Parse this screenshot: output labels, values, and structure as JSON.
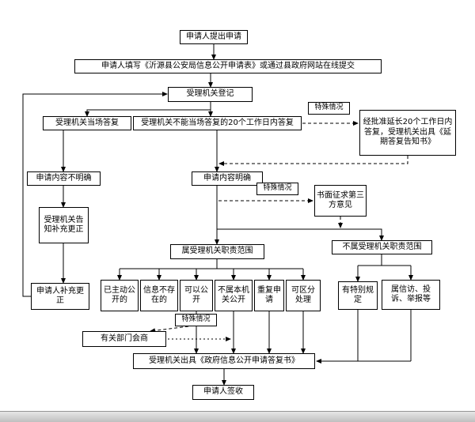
{
  "diagram": {
    "nodes": {
      "submit": {
        "label": "申请人提出申请"
      },
      "fill_form": {
        "label": "申请人填写《沂源县公安局信息公开申请表》或通过县政府网站在线提交"
      },
      "register": {
        "label": "受理机关登记"
      },
      "onspot_reply": {
        "label": "受理机关当场答复"
      },
      "reply_20days": {
        "label": "受理机关不能当场答复的20个工作日内答复"
      },
      "special_1": {
        "label": "特殊情况"
      },
      "extension": {
        "label": "经批准延长20个工作日内答复，受理机关出具《延期答复告知书》"
      },
      "unclear": {
        "label": "申请内容不明确"
      },
      "clear": {
        "label": "申请内容明确"
      },
      "special_2": {
        "label": "特殊情况"
      },
      "third_party": {
        "label": "书面征求第三方意见"
      },
      "notify_supplement": {
        "label": "受理机关告知补充更正"
      },
      "in_scope": {
        "label": "属受理机关职责范围"
      },
      "out_scope": {
        "label": "不属受理机关职责范围"
      },
      "applicant_supplement": {
        "label": "申请人补充更正"
      },
      "already_public": {
        "label": "已主动公开的"
      },
      "not_exist": {
        "label": "信息不存在的"
      },
      "can_disclose": {
        "label": "可以公开"
      },
      "not_this_organ": {
        "label": "不属本机关公开"
      },
      "repeat_apply": {
        "label": "重复申请"
      },
      "separable": {
        "label": "可区分处理"
      },
      "special_3": {
        "label": "特殊情况"
      },
      "consultation": {
        "label": "有关部门会商"
      },
      "special_rules": {
        "label": "有特别规定"
      },
      "petition": {
        "label": "属信访、投诉、举报等"
      },
      "issue_reply": {
        "label": "受理机关出具《政府信息公开申请答复书》"
      },
      "sign_receipt": {
        "label": "申请人签收"
      }
    },
    "colors": {
      "line": "#000000",
      "box_border": "#000000",
      "box_bg": "#ffffff"
    }
  }
}
